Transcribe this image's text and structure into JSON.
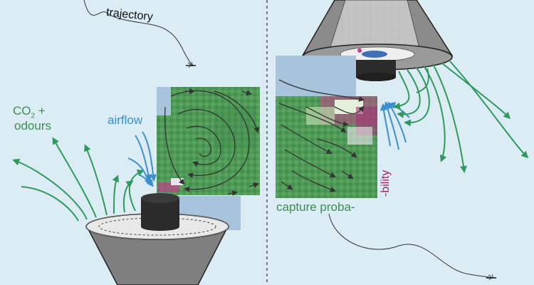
{
  "labels": {
    "trajectory": "trajectory",
    "co2_line1_main": "CO",
    "co2_line1_sub": "2",
    "co2_line1_tail": " +",
    "co2_line2": "odours",
    "airflow": "airflow",
    "capture": "capture proba-",
    "bility": "-bility"
  },
  "colors": {
    "background": "#dcecf5",
    "green_arrow": "#2f9a5e",
    "blue_arrow": "#3c8fcf",
    "magenta_text": "#a6206a",
    "trap_grey": "#7f7f7f",
    "trap_dark": "#2b2b2b",
    "heatmap_green": "#4f9a57",
    "heatmap_magenta": "#c23f8c",
    "heatmap_panel": "#a7c4dc"
  },
  "icons": {
    "mosquito": "mosquito-icon",
    "trap": "funnel-trap-icon"
  }
}
